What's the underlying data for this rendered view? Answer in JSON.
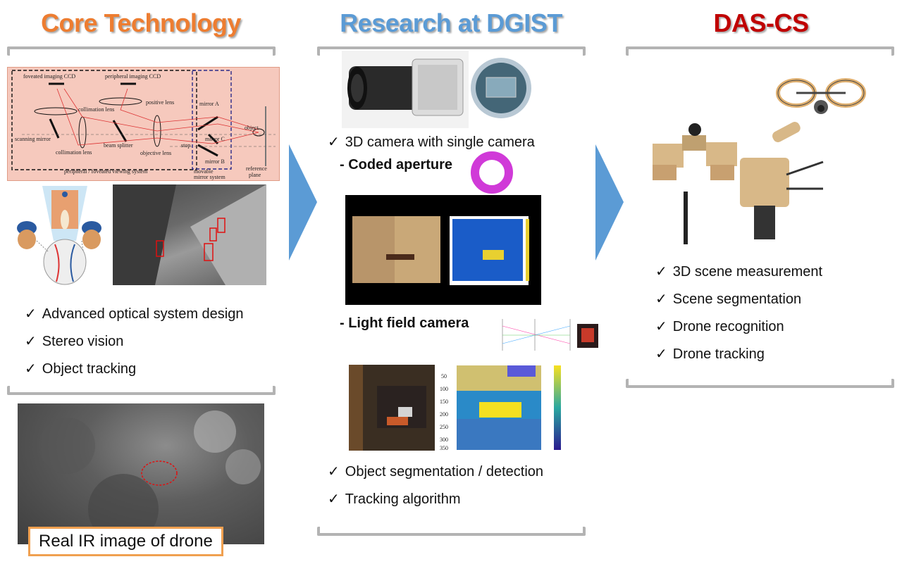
{
  "columns": {
    "core": {
      "title": "Core Technology",
      "title_color": "#ed7d31",
      "items": [
        "Advanced optical system design",
        "Stereo vision",
        "Object tracking"
      ],
      "caption": "Real IR image of drone",
      "diagram": {
        "labels": [
          "foveated imaging CCD",
          "peripheral imaging CCD",
          "collimation lens",
          "positive lens",
          "mirror A",
          "scanning mirror",
          "beam splitter",
          "collimation lens",
          "objective lens",
          "stop",
          "mirror C",
          "object",
          "mirror B",
          "peripheral / foveated viewing system",
          "movable",
          "mirror system",
          "reference",
          "plane"
        ]
      }
    },
    "research": {
      "title": "Research at DGIST",
      "title_color": "#5b9bd5",
      "item1": "3D camera with single camera",
      "sub1": "- Coded aperture",
      "sub2": "- Light field camera",
      "items2": [
        "Object segmentation / detection",
        "Tracking algorithm"
      ],
      "depth_ticks": [
        "50",
        "100",
        "150",
        "200",
        "250",
        "300",
        "350"
      ]
    },
    "das": {
      "title": "DAS-CS",
      "title_color": "#c00000",
      "items": [
        "3D scene measurement",
        "Scene segmentation",
        "Drone recognition",
        "Drone tracking"
      ]
    }
  },
  "check_glyph": "✓",
  "colors": {
    "arrow": "#5b9bd5",
    "bracket": "#b3b3b3",
    "diagram_bg": "#f6c9bd"
  }
}
